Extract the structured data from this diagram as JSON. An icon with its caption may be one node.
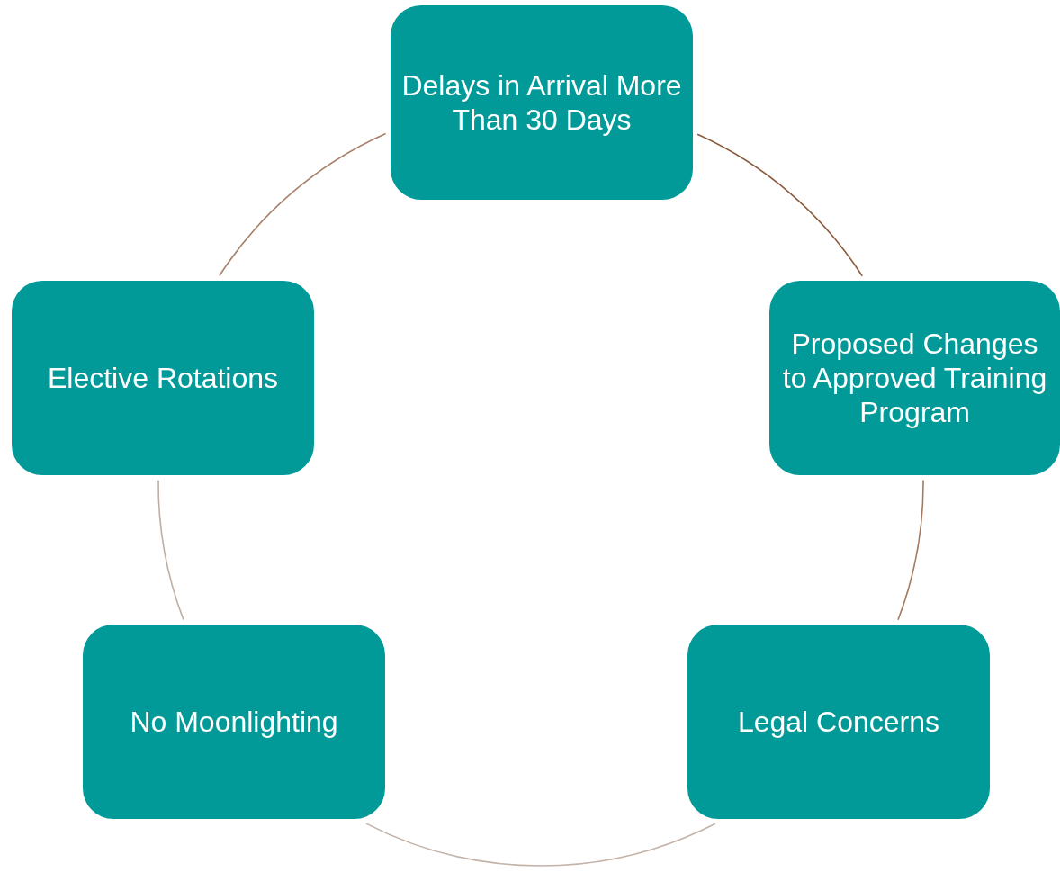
{
  "diagram": {
    "nodes": [
      {
        "text": [
          "Delays in Arrival More Than 30 Days"
        ]
      },
      {
        "text": [
          "Proposed Changes to Approved Training Program"
        ]
      },
      {
        "text": [
          "Legal Concerns"
        ]
      },
      {
        "text": [
          "No Moonlighting"
        ]
      },
      {
        "text": [
          "Elective Rotations"
        ]
      }
    ],
    "edges": [
      {
        "from": 0,
        "to": 1,
        "arrow": "none",
        "color": "#8a5a3c"
      },
      {
        "from": 1,
        "to": 2,
        "arrow": "none",
        "color": "#a57a5e"
      },
      {
        "from": 2,
        "to": 3,
        "arrow": "none",
        "color": "#c4b3a8"
      },
      {
        "from": 3,
        "to": 4,
        "arrow": "none",
        "color": "#c0aea2"
      },
      {
        "from": 4,
        "to": 0,
        "arrow": "none",
        "color": "#a88069"
      }
    ]
  }
}
